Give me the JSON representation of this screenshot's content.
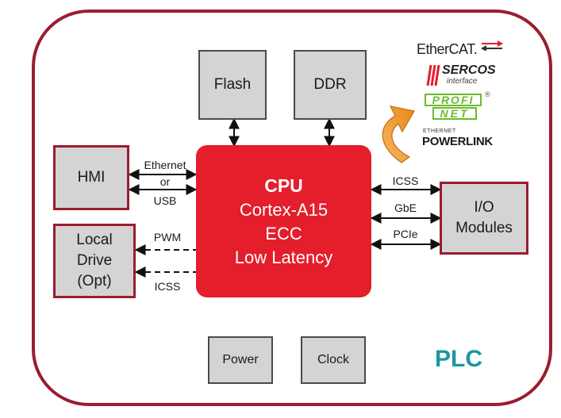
{
  "blocks": {
    "flash": "Flash",
    "ddr": "DDR",
    "hmi": "HMI",
    "local_drive": [
      "Local",
      "Drive",
      "(Opt)"
    ],
    "io_modules": [
      "I/O",
      "Modules"
    ],
    "power": "Power",
    "clock": "Clock"
  },
  "cpu": {
    "title": "CPU",
    "lines": [
      "Cortex-A15",
      "ECC",
      "Low Latency"
    ]
  },
  "links": {
    "hmi": [
      "Ethernet",
      "or",
      "USB"
    ],
    "drive_pwm": "PWM",
    "drive_icss": "ICSS",
    "io_icss": "ICSS",
    "io_gbe": "GbE",
    "io_pcie": "PCIe"
  },
  "plc_label": "PLC",
  "protocol_logos": {
    "ethercat": "EtherCAT.",
    "sercos": "SERCOS",
    "sercos_sub": "interface",
    "profinet_top": "PROFI",
    "profinet_bottom": "NET",
    "powerlink_top": "ETHERNET",
    "powerlink": "POWERLINK"
  },
  "colors": {
    "cpu": "#e41e2b",
    "frame": "#9b1c2e",
    "plc": "#1b96a3",
    "arrow_orange": "#f0a030",
    "profinet_green": "#6cbb2a"
  }
}
